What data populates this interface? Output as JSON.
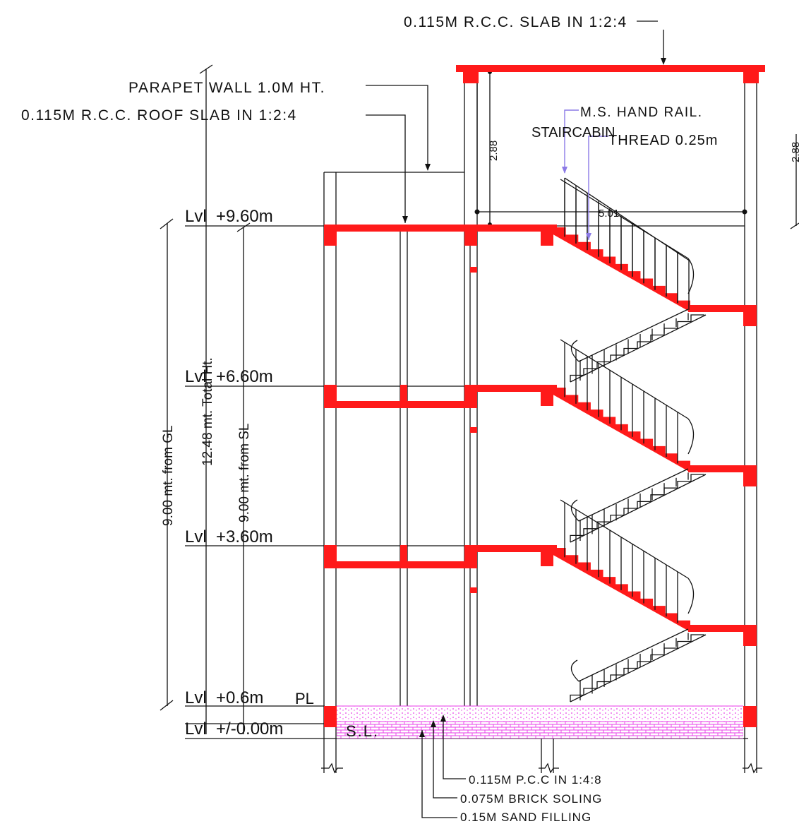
{
  "annotations": {
    "top_slab": "0.115M R.C.C. SLAB IN 1:2:4",
    "parapet": "PARAPET WALL 1.0M HT.",
    "roof_slab": "0.115M R.C.C. ROOF SLAB IN 1:2:4",
    "hand_rail": "M.S. HAND RAIL.",
    "staircabin": "STAIRCABIN",
    "thread": "THREAD 0.25m",
    "pcc": "0.115M P.C.C IN 1:4:8",
    "brick": "0.075M BRICK SOLING",
    "sand": "0.15M SAND FILLING"
  },
  "levels": {
    "lvl_960": "Lvl  +9.60m",
    "lvl_660": "Lvl  +6.60m",
    "lvl_360": "Lvl  +3.60m",
    "lvl_060": "Lvl  +0.6m",
    "pl": "PL",
    "lvl_000": "Lvl  +/-0.00m",
    "sl": "S.L."
  },
  "dimensions": {
    "gl": "9.00 mt. from GL",
    "total": "12.48 mt. Total Ht.",
    "sl_dim": "9.00 mt. from SL",
    "cabin_h": "2.88",
    "cabin_h_right": "2.88",
    "cabin_w": "5.01"
  },
  "colors": {
    "rcc": "#ff1a1a",
    "leader": "#8c7ae6",
    "floor_hatch": "#e83be8"
  }
}
